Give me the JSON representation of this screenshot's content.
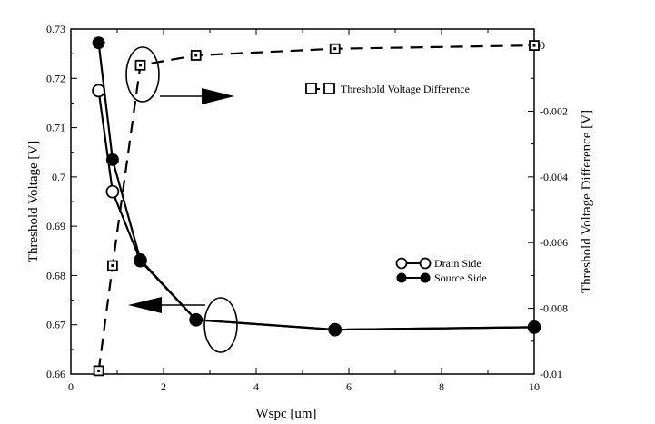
{
  "chart_data": {
    "type": "line",
    "title": "",
    "xlabel": "Wspc [um]",
    "ylabel": "Threshold Voltage [V]",
    "y2label": "Threshold Voltage Difference [V]",
    "xlim": [
      0,
      10
    ],
    "ylim": [
      0.66,
      0.73
    ],
    "y2lim": [
      -0.01,
      0.0005
    ],
    "x_ticks": [
      "0",
      "2",
      "4",
      "6",
      "8",
      "10"
    ],
    "y_ticks": [
      "0.66",
      "0.67",
      "0.68",
      "0.69",
      "0.7",
      "0.71",
      "0.72",
      "0.73"
    ],
    "y2_ticks": [
      "0",
      "-0.002",
      "-0.004",
      "-0.006",
      "-0.008",
      "-0.01"
    ],
    "grid": false,
    "series": [
      {
        "name": "Drain Side",
        "axis": "left",
        "marker": "open-circle",
        "line": "solid",
        "x": [
          0.6,
          0.9,
          1.5,
          2.7,
          5.7,
          10
        ],
        "y": [
          0.7175,
          0.697,
          0.683,
          0.671,
          0.669,
          0.6695
        ]
      },
      {
        "name": "Source Side",
        "axis": "left",
        "marker": "filled-circle",
        "line": "solid",
        "x": [
          0.6,
          0.9,
          1.5,
          2.7,
          5.7,
          10
        ],
        "y": [
          0.7272,
          0.7035,
          0.6832,
          0.671,
          0.669,
          0.6695
        ]
      },
      {
        "name": "Threshold Voltage Difference",
        "axis": "right",
        "marker": "open-square",
        "line": "dashed",
        "x": [
          0.6,
          0.9,
          1.5,
          2.7,
          5.7,
          10
        ],
        "y": [
          -0.0099,
          -0.0067,
          -0.0006,
          -0.0003,
          -0.0001,
          0.0
        ]
      }
    ],
    "legends": [
      {
        "placement": "top-right",
        "entries": [
          "Threshold Voltage Difference"
        ]
      },
      {
        "placement": "bottom-right",
        "entries": [
          "Drain Side",
          "Source Side"
        ]
      }
    ]
  }
}
